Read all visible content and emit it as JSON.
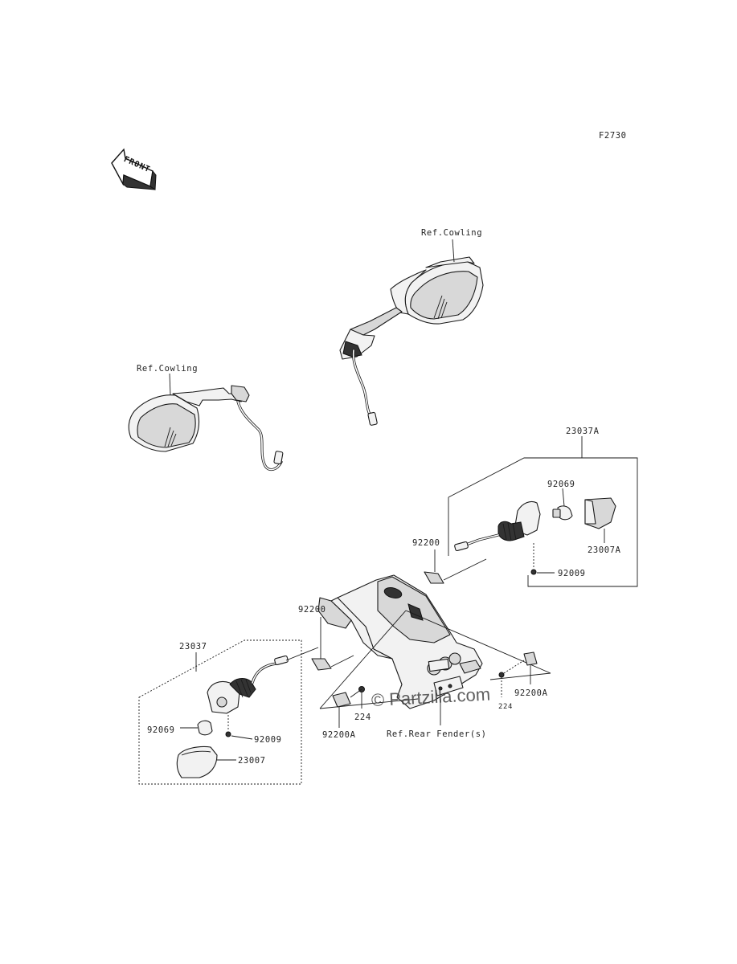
{
  "figure_code": "F2730",
  "front_arrow": {
    "text": "FRONT"
  },
  "watermark": "© Partzilla.com",
  "labels": {
    "ref_cowling_right": "Ref.Cowling",
    "ref_cowling_left": "Ref.Cowling",
    "assy_23037A": "23037A",
    "p92069_right": "92069",
    "p23007A": "23007A",
    "p92200_right": "92200",
    "p92009_right": "92009",
    "p92200_left": "92200",
    "assy_23037": "23037",
    "p92069_left": "92069",
    "p92009_left": "92009",
    "p23007": "23007",
    "p224": "224",
    "p92200A_left": "92200A",
    "p92200A_right": "92200A",
    "ref_rear_fender": "Ref.Rear Fender(s)",
    "p224_small": "224"
  }
}
